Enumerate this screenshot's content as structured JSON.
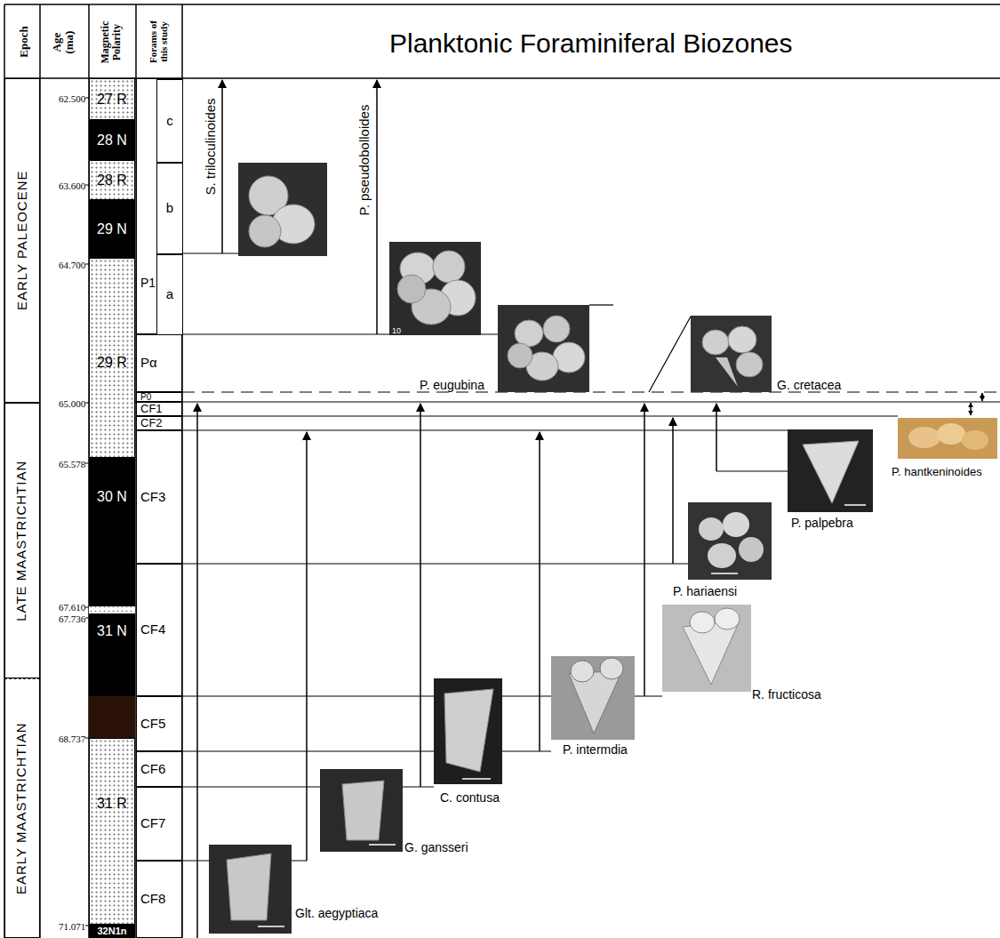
{
  "diagram": {
    "nodes": [
      {
        "text": [
          "EARLY PALEOCENE"
        ]
      },
      {
        "text": [
          "LATE MAASTRICHTIAN"
        ]
      },
      {
        "text": [
          "EARLY MAASTRICHTIAN"
        ]
      },
      {
        "text": [
          "27 R"
        ]
      },
      {
        "text": [
          "28 N"
        ]
      },
      {
        "text": [
          "28 R"
        ]
      },
      {
        "text": [
          "29 N"
        ]
      },
      {
        "text": [
          "29 R"
        ]
      },
      {
        "text": [
          "30 N"
        ]
      },
      {
        "text": [
          "31 N"
        ]
      },
      {
        "text": [
          "31 R"
        ]
      },
      {
        "text": [
          "32N1n"
        ]
      },
      {
        "text": [
          "P1"
        ]
      },
      {
        "text": [
          "c"
        ],
        "in": 12
      },
      {
        "text": [
          "b"
        ],
        "in": 12
      },
      {
        "text": [
          "a"
        ],
        "in": 12
      },
      {
        "text": [
          "Pα"
        ]
      },
      {
        "text": [
          "P0"
        ]
      },
      {
        "text": [
          "CF1"
        ]
      },
      {
        "text": [
          "CF2"
        ]
      },
      {
        "text": [
          "CF3"
        ]
      },
      {
        "text": [
          "CF4"
        ]
      },
      {
        "text": [
          "CF5"
        ]
      },
      {
        "text": [
          "CF6"
        ]
      },
      {
        "text": [
          "CF7"
        ]
      },
      {
        "text": [
          "CF8"
        ]
      }
    ],
    "labels": [
      "Epoch",
      "Age (ma)",
      "Magnetic Polarity",
      "Forams of this study",
      "Planktonic Foraminiferal Biozones",
      "62.500",
      "63.600",
      "64.700",
      "65.000",
      "65.578",
      "67.610",
      "67.736",
      "68.737",
      "71.071",
      "S. triloculinoides",
      "P. pseudobolloides",
      "P. eugubina",
      "G. cretacea",
      "P. hantkeninoides",
      "P. palpebra",
      "P. hariaensi",
      "R. fructicosa",
      "P. intermdia",
      "C. contusa",
      "G. gansseri",
      "Glt. aegyptiaca",
      "10"
    ]
  }
}
